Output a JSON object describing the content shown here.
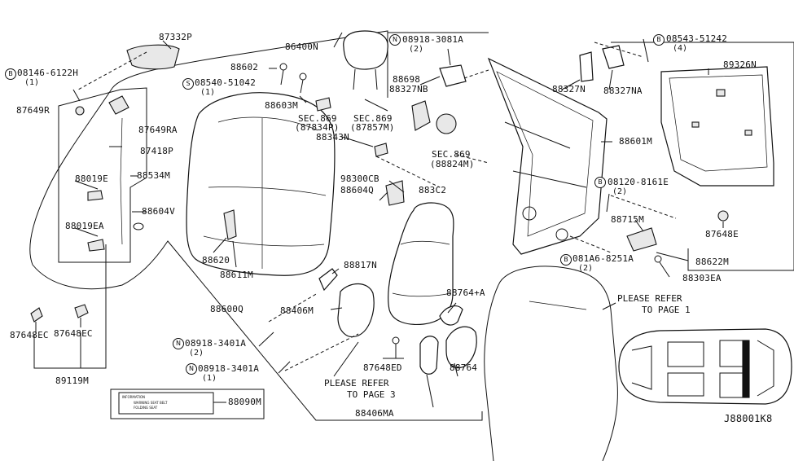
{
  "diagram": {
    "code": "J88001K8",
    "labels": {
      "p87332P": "87332P",
      "p08146": "08146-6122H",
      "p08146q": "(1)",
      "p87649R": "87649R",
      "p08540": "08540-51042",
      "p08540q": "(1)",
      "p87649RA": "87649RA",
      "p87418P": "87418P",
      "p88534M": "88534M",
      "p88019E": "88019E",
      "p88019EA": "88019EA",
      "p88604V": "88604V",
      "p88602": "88602",
      "p88603M": "88603M",
      "p86400N": "86400N",
      "sec869a": "SEC.869",
      "sec869aref": "(87834P)",
      "sec869b": "SEC.869",
      "sec869bref": "(87857M)",
      "p88343N": "88343N",
      "p08918top": "08918-3081A",
      "p08918topq": "(2)",
      "p88698": "88698",
      "p88327NB": "88327NB",
      "sec869c": "SEC.869",
      "sec869cref": "(88824M)",
      "p98300CB": "98300CB",
      "p88604Q": "88604Q",
      "p883C2": "883C2",
      "p88327N": "88327N",
      "p88327NA": "88327NA",
      "p08543": "08543-51242",
      "p08543q": "(4)",
      "p89326N": "89326N",
      "p88601M": "88601M",
      "p08120": "08120-8161E",
      "p08120q": "(2)",
      "p88715M": "88715M",
      "p87648E": "87648E",
      "p081A6": "081A6-8251A",
      "p081A6q": "(2)",
      "p88622M": "88622M",
      "p88303EA": "88303EA",
      "p88620": "88620",
      "p88611M": "88611M",
      "p88817N": "88817N",
      "p88600Q": "88600Q",
      "p88406M": "88406M",
      "p88764A": "88764+A",
      "p08918a": "08918-3401A",
      "p08918aq": "(2)",
      "p08918b": "08918-3401A",
      "p08918bq": "(1)",
      "p87648ED": "87648ED",
      "p88764": "88764",
      "p88406MA": "88406MA",
      "p87648EC_l": "87648EC",
      "p87648EC_r": "87648EC",
      "p89119M": "89119M",
      "p88090M": "88090M",
      "refer1a": "PLEASE REFER",
      "refer1b": "TO PAGE 1",
      "refer3a": "PLEASE REFER",
      "refer3b": "TO PAGE 3"
    },
    "markers": {
      "B": "B",
      "S": "S",
      "N": "N"
    },
    "label_sticker_text": [
      "INFORMATION",
      "WARNING SEAT BELT",
      "FOLDING SEAT"
    ]
  }
}
